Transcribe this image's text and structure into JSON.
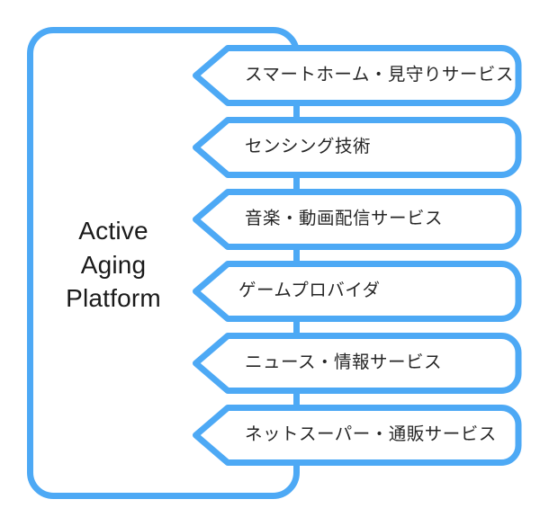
{
  "diagram": {
    "type": "left-brace-with-chevrons",
    "accent_color": "#4DA9F5",
    "text_color": "#262626",
    "background_color": "#FFFFFF",
    "platform": {
      "label": "Active\nAging\nPlatform",
      "line1": "Active",
      "line2": "Aging",
      "line3": "Platform"
    },
    "items": [
      {
        "label": "スマートホーム・見守りサービス"
      },
      {
        "label": "センシング技術"
      },
      {
        "label": "音楽・動画配信サービス"
      },
      {
        "label": "ゲームプロバイダ"
      },
      {
        "label": "ニュース・情報サービス"
      },
      {
        "label": "ネットスーパー・通販サービス"
      }
    ]
  }
}
